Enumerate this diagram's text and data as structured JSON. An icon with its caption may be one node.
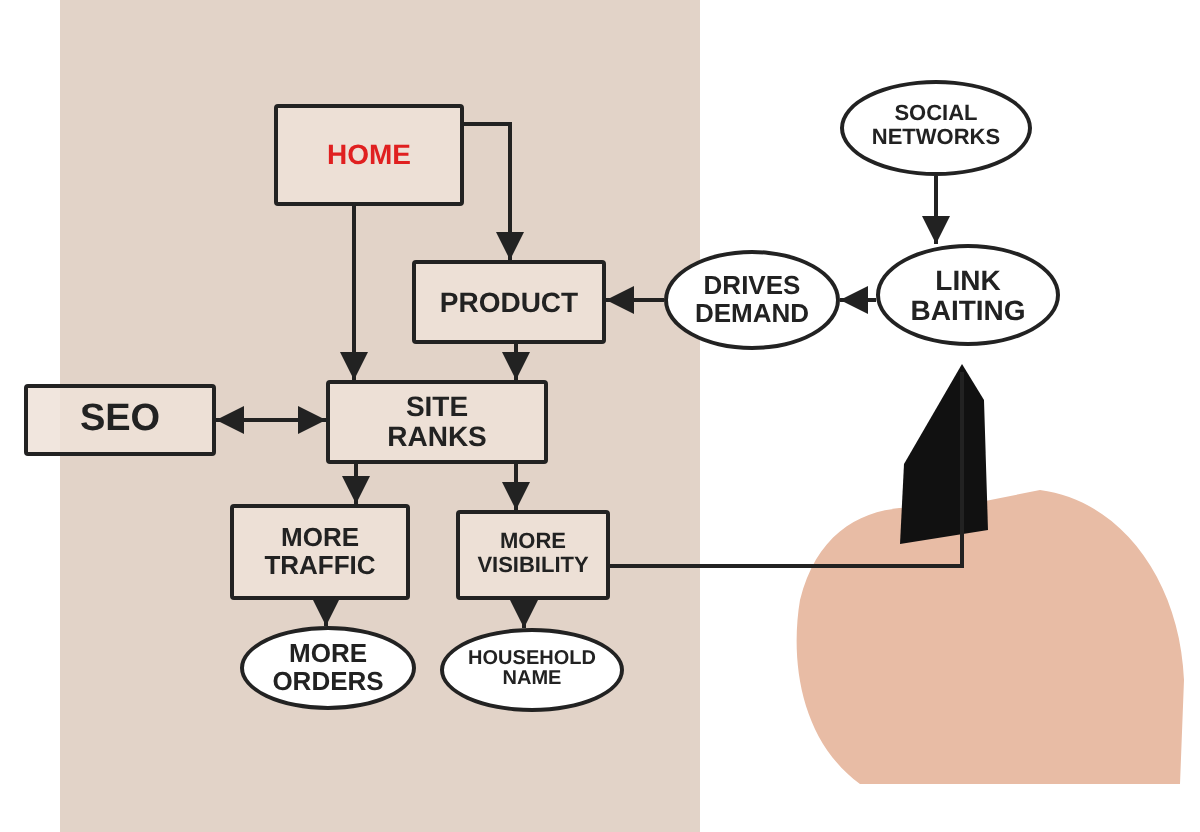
{
  "diagram": {
    "nodes": [
      {
        "text": [
          "HOME"
        ]
      },
      {
        "text": [
          "SOCIAL NETWORKS"
        ]
      },
      {
        "text": [
          "PRODUCT"
        ]
      },
      {
        "text": [
          "DRIVES DEMAND"
        ]
      },
      {
        "text": [
          "LINK BAITING"
        ]
      },
      {
        "text": [
          "SEO"
        ]
      },
      {
        "text": [
          "SITE RANKS"
        ]
      },
      {
        "text": [
          "MORE TRAFFIC"
        ]
      },
      {
        "text": [
          "MORE VISIBILITY"
        ]
      },
      {
        "text": [
          "MORE ORDERS"
        ]
      },
      {
        "text": [
          "HOUSEHOLD NAME"
        ]
      }
    ],
    "edges": [
      {
        "from": 0,
        "to": 2,
        "arrow": "to"
      },
      {
        "from": 0,
        "to": 6,
        "arrow": "to"
      },
      {
        "from": 1,
        "to": 4,
        "arrow": "to"
      },
      {
        "from": 4,
        "to": 3,
        "arrow": "to"
      },
      {
        "from": 3,
        "to": 2,
        "arrow": "to"
      },
      {
        "from": 2,
        "to": 6,
        "arrow": "to"
      },
      {
        "from": 5,
        "to": 6,
        "arrow": "both"
      },
      {
        "from": 6,
        "to": 7,
        "arrow": "to"
      },
      {
        "from": 6,
        "to": 8,
        "arrow": "to"
      },
      {
        "from": 7,
        "to": 9,
        "arrow": "to"
      },
      {
        "from": 8,
        "to": 10,
        "arrow": "to"
      },
      {
        "from": 8,
        "to": null,
        "arrow": "none"
      }
    ]
  }
}
